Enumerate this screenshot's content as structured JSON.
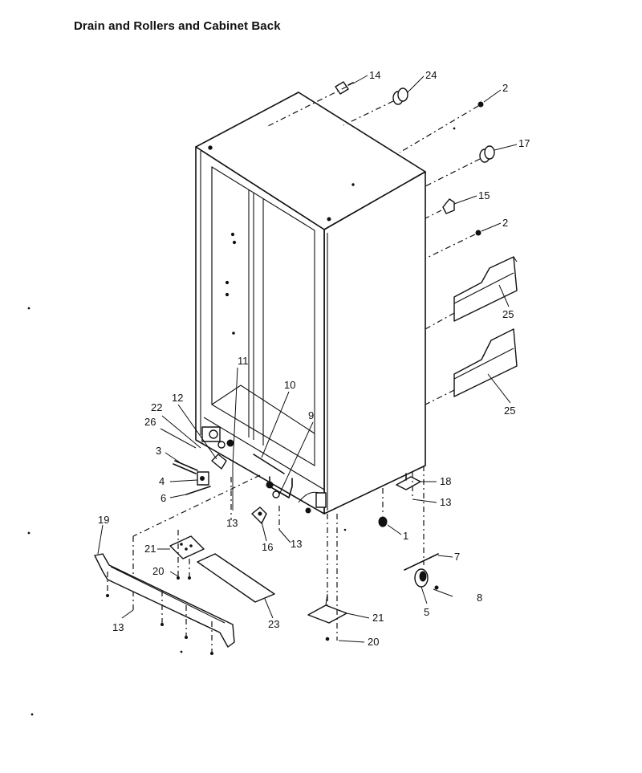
{
  "title": "Drain and Rollers and Cabinet Back",
  "callouts": [
    "14",
    "24",
    "2",
    "17",
    "15",
    "2",
    "25",
    "25",
    "18",
    "13",
    "1",
    "7",
    "5",
    "8",
    "21",
    "20",
    "11",
    "10",
    "9",
    "12",
    "22",
    "26",
    "3",
    "4",
    "6",
    "13",
    "16",
    "13",
    "19",
    "21",
    "20",
    "23",
    "13"
  ]
}
